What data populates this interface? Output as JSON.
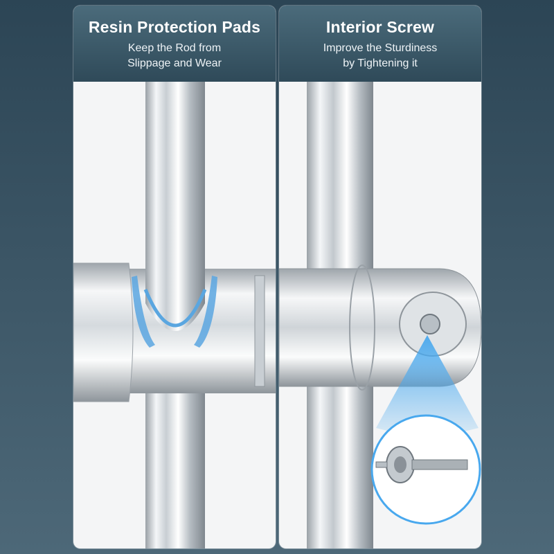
{
  "panels": [
    {
      "title": "Resin Protection Pads",
      "subtitle_line1": "Keep the Rod from",
      "subtitle_line2": "Slippage and Wear"
    },
    {
      "title": "Interior Screw",
      "subtitle_line1": "Improve the Sturdiness",
      "subtitle_line2": "by Tightening it"
    }
  ],
  "colors": {
    "background": "#3b5566",
    "header": "#3a5868",
    "chrome_light": "#f7f8f9",
    "chrome_dark": "#8a9198",
    "pad_blue": "#5aa6e0",
    "beam_blue": "#48a8ee"
  }
}
